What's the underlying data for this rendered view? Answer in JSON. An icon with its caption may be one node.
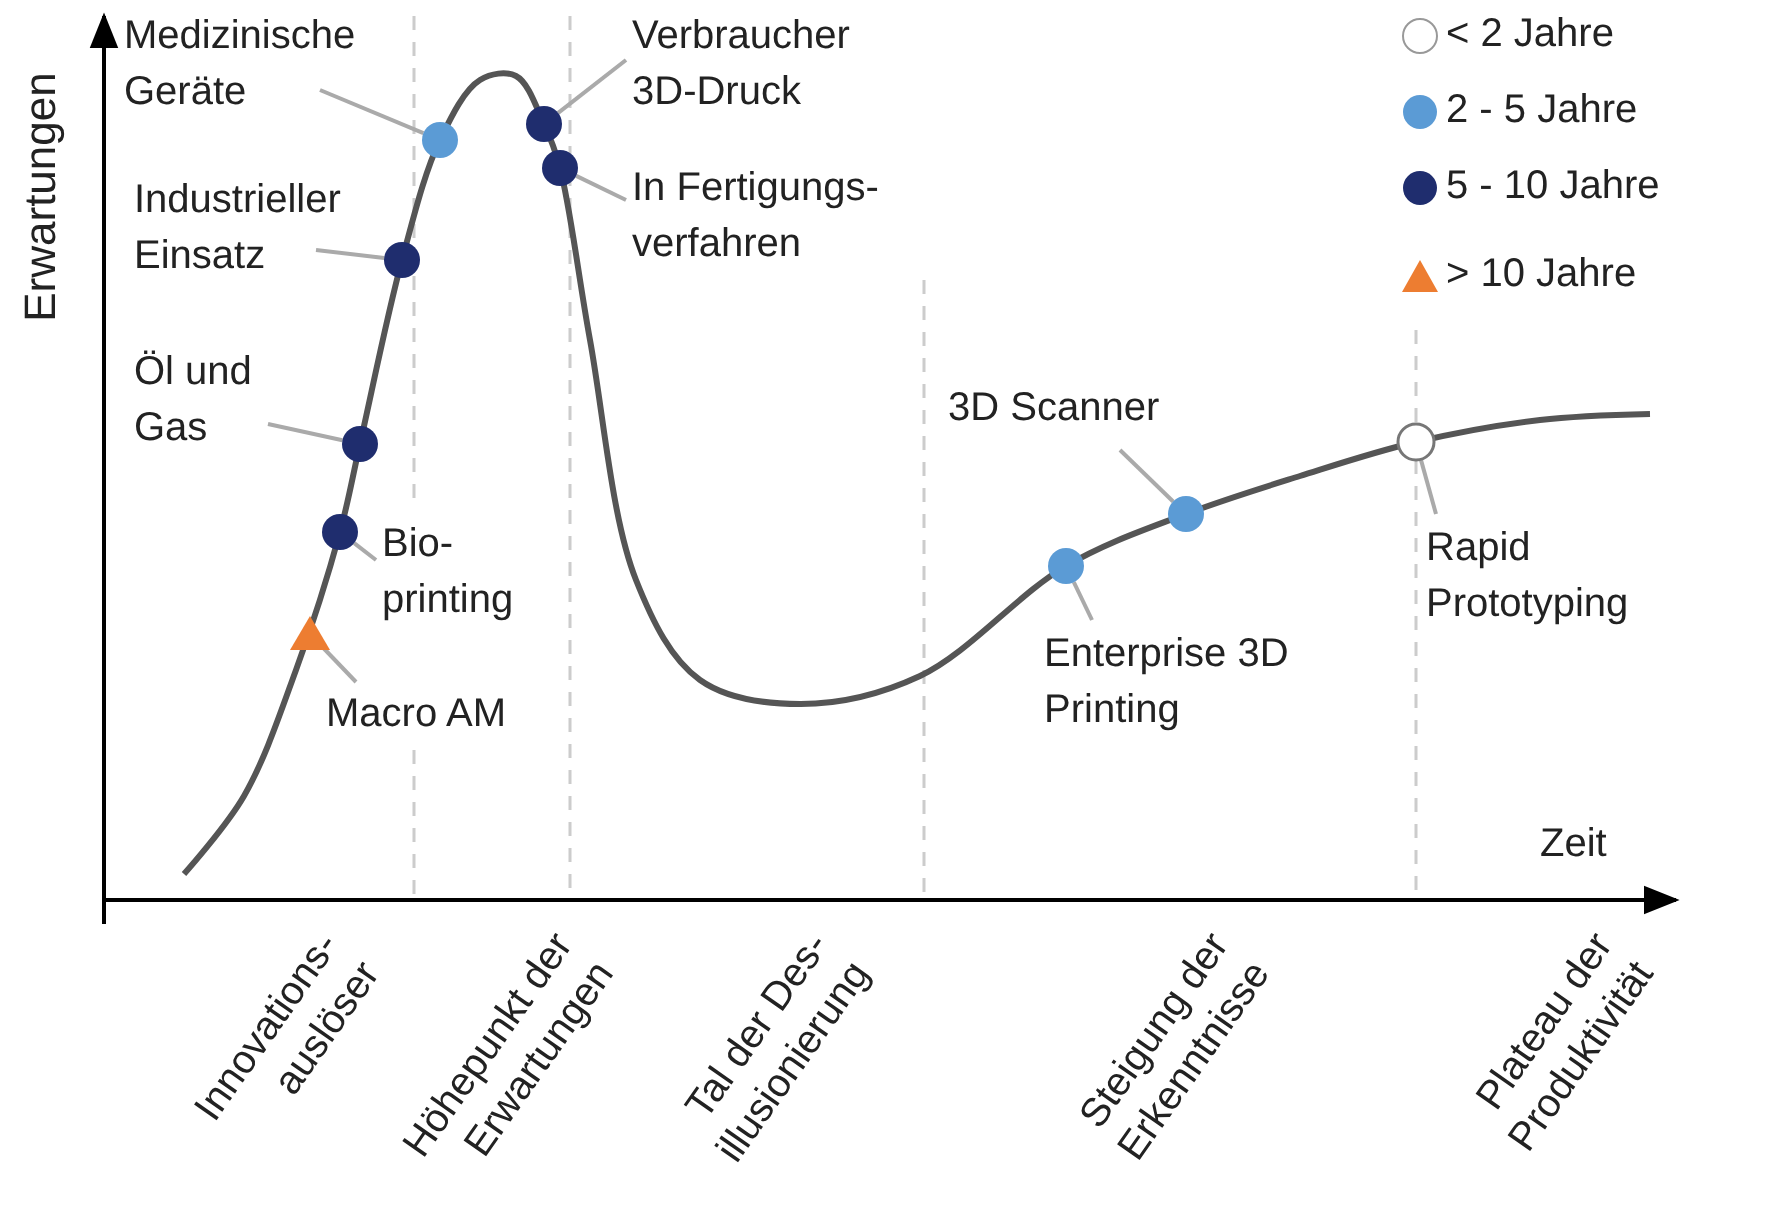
{
  "diagram": {
    "nodes": [
      {
        "text": [
          "Medizinische Geräte"
        ]
      },
      {
        "text": [],
        "shape": "circle"
      },
      {
        "text": [
          "Verbraucher 3D-Druck"
        ]
      },
      {
        "text": [],
        "shape": "circle"
      },
      {
        "text": [
          "In Fertigungs- verfahren"
        ]
      },
      {
        "text": [],
        "shape": "circle"
      },
      {
        "text": [
          "Industrieller Einsatz"
        ]
      },
      {
        "text": [],
        "shape": "circle"
      },
      {
        "text": [
          "Öl und Gas"
        ]
      },
      {
        "text": [],
        "shape": "circle"
      },
      {
        "text": [
          "Bio- printing"
        ]
      },
      {
        "text": [],
        "shape": "circle"
      },
      {
        "text": [
          "Macro AM"
        ]
      },
      {
        "text": [],
        "shape": "triangle"
      },
      {
        "text": [
          "3D Scanner"
        ]
      },
      {
        "text": [],
        "shape": "circle"
      },
      {
        "text": [
          "Enterprise 3D Printing"
        ]
      },
      {
        "text": [],
        "shape": "circle"
      },
      {
        "text": [
          "Rapid Prototyping"
        ]
      },
      {
        "text": [],
        "shape": "circle"
      }
    ],
    "edges": [
      {
        "from": 0,
        "to": 1,
        "arrow": "none"
      },
      {
        "from": 2,
        "to": 3,
        "arrow": "none"
      },
      {
        "from": 4,
        "to": 5,
        "arrow": "none"
      },
      {
        "from": 6,
        "to": 7,
        "arrow": "none"
      },
      {
        "from": 8,
        "to": 9,
        "arrow": "none"
      },
      {
        "from": 10,
        "to": 11,
        "arrow": "none"
      },
      {
        "from": 12,
        "to": 13,
        "arrow": "none"
      },
      {
        "from": 14,
        "to": 15,
        "arrow": "none"
      },
      {
        "from": 16,
        "to": 17,
        "arrow": "none"
      },
      {
        "from": 18,
        "to": 19,
        "arrow": "none"
      }
    ],
    "labels": [
      "Erwartungen",
      "Zeit",
      "Innovations- auslöser",
      "Höhepunkt der Erwartungen",
      "Tal der Des- illusionierung",
      "Steigung der Erkenntnisse",
      "Plateau der Produktivität"
    ],
    "legend": [
      {
        "text": "< 2 Jahre",
        "color": "#ffffff"
      },
      {
        "text": "2 - 5 Jahre",
        "color": "#5b9bd5"
      },
      {
        "text": "5 - 10 Jahre",
        "color": "#1f2d6e"
      },
      {
        "text": "> 10 Jahre",
        "color": "#ed7d31"
      }
    ]
  }
}
